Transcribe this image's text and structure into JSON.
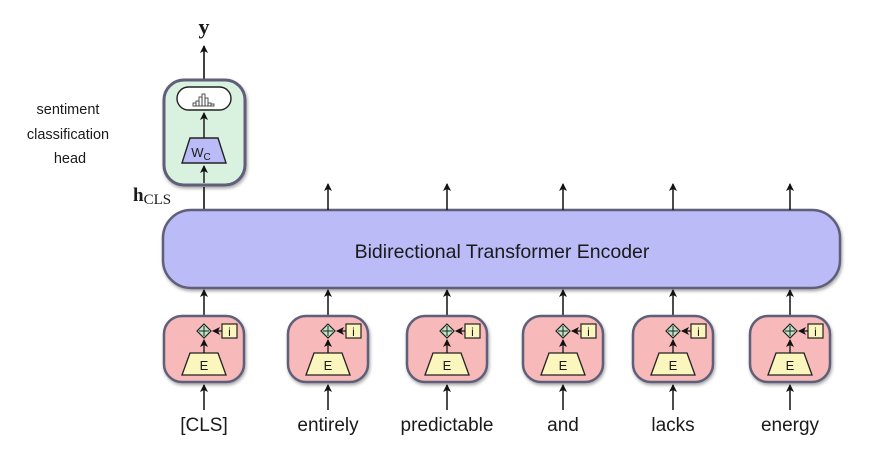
{
  "output_label": "y",
  "head": {
    "caption_lines": [
      "sentiment",
      "classification",
      "head"
    ],
    "weight_label": "W",
    "weight_subscript": "C",
    "hidden_label": "h",
    "hidden_subscript": "CLS"
  },
  "encoder": {
    "label": "Bidirectional Transformer Encoder"
  },
  "embedding": {
    "embed_label": "E",
    "position_label": "i"
  },
  "tokens": [
    "[CLS]",
    "entirely",
    "predictable",
    "and",
    "lacks",
    "energy"
  ],
  "colors": {
    "encoder_fill": "#bbbbf7",
    "head_fill": "#d9f2e0",
    "token_box_fill": "#f7b9b9",
    "embed_fill": "#fbf5be",
    "weight_fill": "#bbbbf7",
    "plus_fill": "#bfe6c6",
    "border": "#5e5e7a"
  }
}
